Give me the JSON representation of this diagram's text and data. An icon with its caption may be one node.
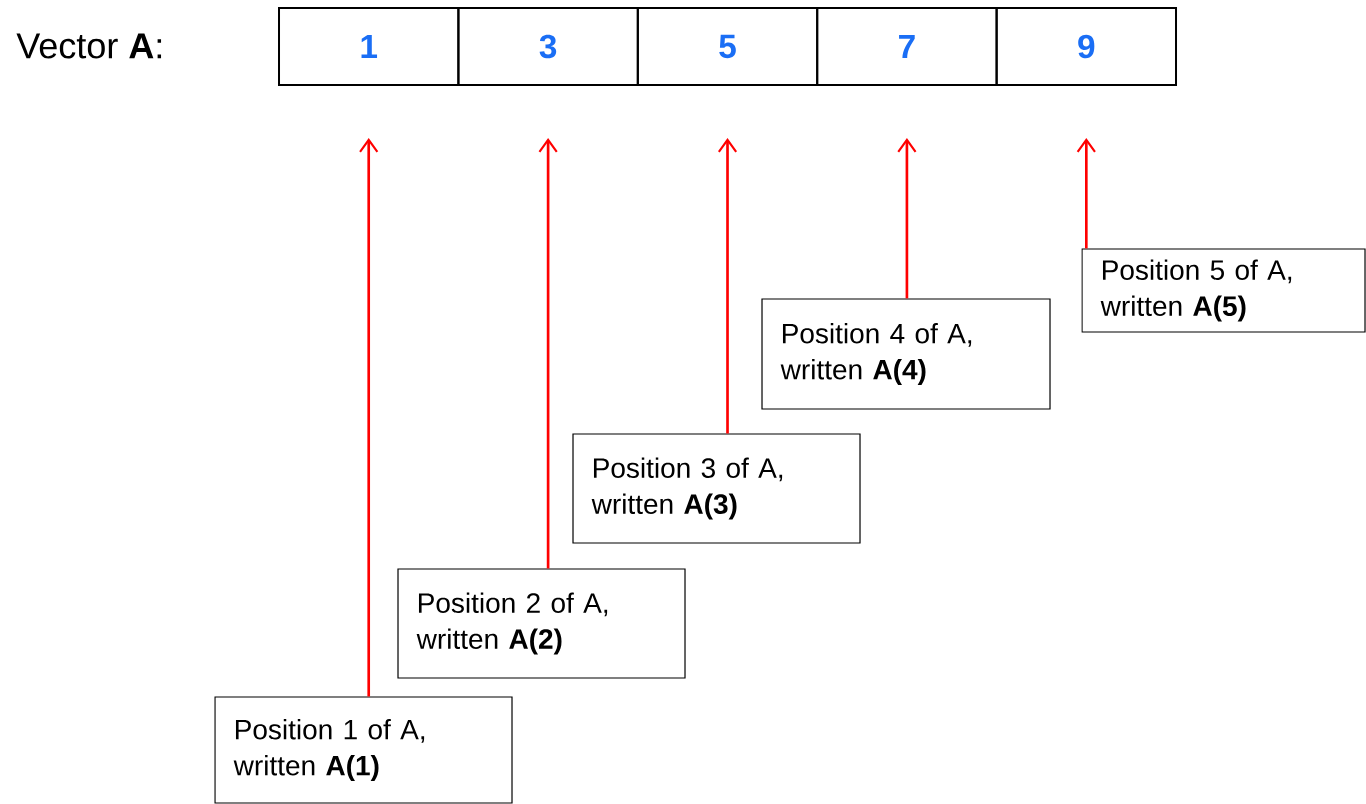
{
  "diagram": {
    "nodes": [
      {
        "text": [
          "1"
        ]
      },
      {
        "text": [
          "3"
        ]
      },
      {
        "text": [
          "5"
        ]
      },
      {
        "text": [
          "7"
        ]
      },
      {
        "text": [
          "9"
        ]
      },
      {
        "text": [
          "Position 1 of A, written **A(1)**"
        ]
      },
      {
        "text": [
          "Position 2 of A, written **A(2)**"
        ]
      },
      {
        "text": [
          "Position 3 of A, written **A(3)**"
        ]
      },
      {
        "text": [
          "Position 4 of A, written **A(4)**"
        ]
      },
      {
        "text": [
          "Position 5 of A, written **A(5)**"
        ]
      }
    ],
    "edges": [
      {
        "from": 5,
        "to": 0,
        "arrow": "to"
      },
      {
        "from": 6,
        "to": 1,
        "arrow": "to"
      },
      {
        "from": 7,
        "to": 2,
        "arrow": "to"
      },
      {
        "from": 8,
        "to": 3,
        "arrow": "to"
      },
      {
        "from": 9,
        "to": 4,
        "arrow": "to"
      }
    ],
    "labels": [
      "Vector **A**:"
    ]
  }
}
